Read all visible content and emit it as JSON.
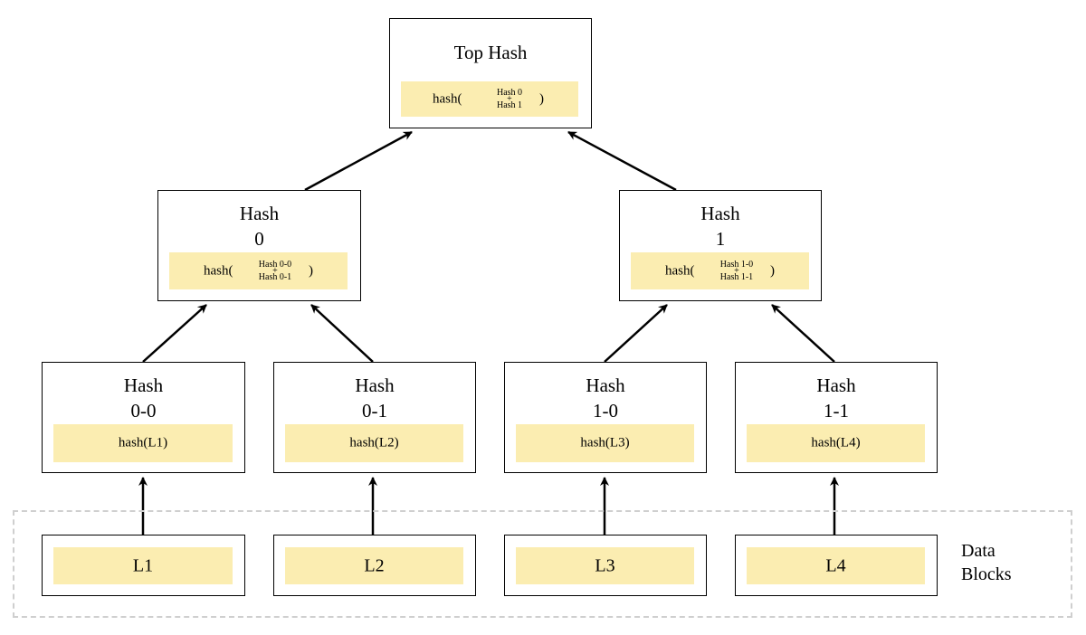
{
  "top": {
    "title": "Top Hash",
    "formula": {
      "fn": "hash(",
      "a": "Hash 0",
      "plus": "+",
      "b": "Hash 1",
      "close": ")"
    }
  },
  "level1": [
    {
      "title1": "Hash",
      "title2": "0",
      "formula": {
        "fn": "hash(",
        "a": "Hash 0-0",
        "plus": "+",
        "b": "Hash 0-1",
        "close": ")"
      }
    },
    {
      "title1": "Hash",
      "title2": "1",
      "formula": {
        "fn": "hash(",
        "a": "Hash 1-0",
        "plus": "+",
        "b": "Hash 1-1",
        "close": ")"
      }
    }
  ],
  "level2": [
    {
      "title1": "Hash",
      "title2": "0-0",
      "formula": "hash(L1)"
    },
    {
      "title1": "Hash",
      "title2": "0-1",
      "formula": "hash(L2)"
    },
    {
      "title1": "Hash",
      "title2": "1-0",
      "formula": "hash(L3)"
    },
    {
      "title1": "Hash",
      "title2": "1-1",
      "formula": "hash(L4)"
    }
  ],
  "leaves": [
    "L1",
    "L2",
    "L3",
    "L4"
  ],
  "region": {
    "line1": "Data",
    "line2": "Blocks"
  },
  "colors": {
    "highlight": "#fbedb1",
    "border": "#000000",
    "dashed": "#cfcfcf"
  }
}
